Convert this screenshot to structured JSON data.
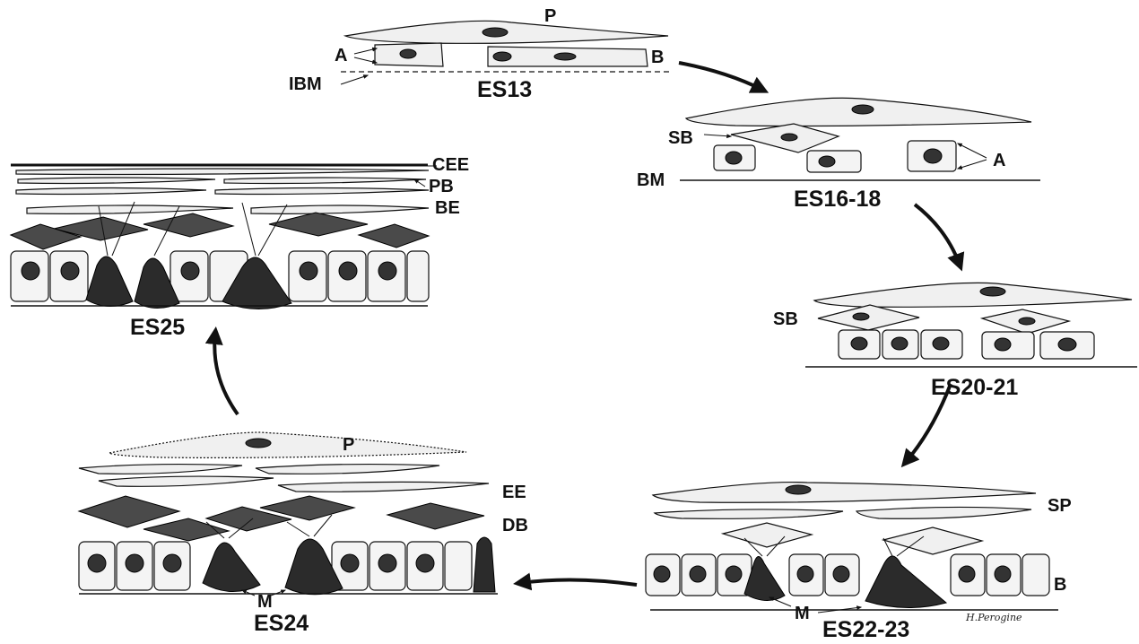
{
  "stages": {
    "es13": "ES13",
    "es16_18": "ES16-18",
    "es20_21": "ES20-21",
    "es22_23": "ES22-23",
    "es24": "ES24",
    "es25": "ES25"
  },
  "labels": {
    "p": "P",
    "a": "A",
    "b": "B",
    "ibm": "IBM",
    "sb": "SB",
    "bm": "BM",
    "sp": "SP",
    "m": "M",
    "ee": "EE",
    "db": "DB",
    "cee": "CEE",
    "pb": "PB",
    "be": "BE"
  },
  "signature": "H.Perogine",
  "colors": {
    "ink": "#111111",
    "background": "#ffffff"
  }
}
